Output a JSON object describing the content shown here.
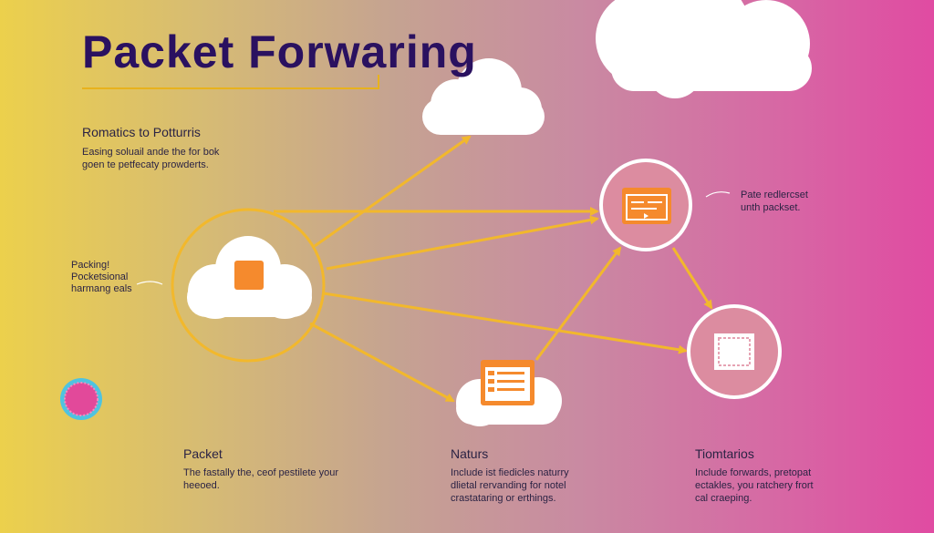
{
  "title": "Packet Forwaring",
  "intro": {
    "heading": "Romatics to Potturris",
    "lines": [
      "Easing soluail ande the for bok",
      "goen te petfecaty prowderts."
    ]
  },
  "left_label": {
    "lines": [
      "Packing!",
      "Pocketsional",
      "harmang eals"
    ]
  },
  "right_label": {
    "lines": [
      "Pate redlercset",
      "unth packset."
    ]
  },
  "bottom": [
    {
      "heading": "Packet",
      "lines": [
        "The fastally the, ceof pestilete your",
        "heeoed."
      ]
    },
    {
      "heading": "Naturs",
      "lines": [
        "Include ist fiedicles naturry",
        "dlietal rervanding for notel",
        "crastataring or erthings."
      ]
    },
    {
      "heading": "Tiomtarios",
      "lines": [
        "Include forwards, pretopat",
        "ectakles, you ratchery frort",
        "cal craeping."
      ]
    }
  ],
  "colors": {
    "accent": "#f2b82c",
    "title": "#2a1160",
    "orange": "#f58a2d",
    "cloud": "#ffffff",
    "node_fill": "#dc8ca0"
  },
  "icons": {
    "hub": "cloud-with-packet-icon",
    "top": "cloud-icon",
    "right_top": "browser-window-icon",
    "right_bottom": "stamp-packet-icon",
    "bottom": "cloud-with-window-icon",
    "corner_cloud": "cloud-icon",
    "badge": "pink-circle-icon"
  }
}
